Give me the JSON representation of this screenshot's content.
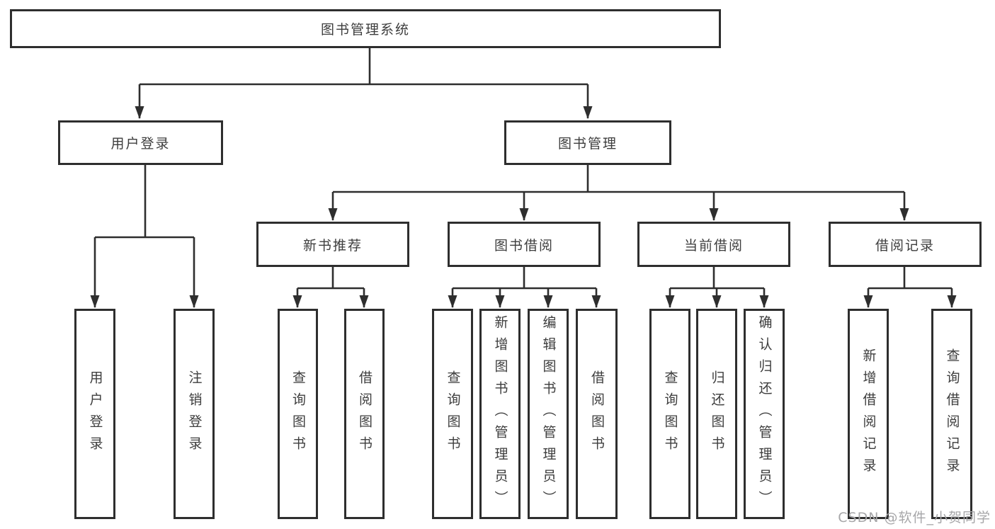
{
  "diagram": {
    "type": "hierarchy-org-chart",
    "watermark": "CSDN @软件_小贺同学",
    "colors": {
      "line": "#2e2e2e",
      "box_border": "#2e2e2e",
      "box_fill": "#ffffff",
      "text": "#3d3d3d",
      "watermark": "#a7a7a9"
    },
    "tree": {
      "label": "图书管理系统",
      "children": [
        {
          "label": "用户登录",
          "children": [
            {
              "label": "用户登录"
            },
            {
              "label": "注销登录"
            }
          ]
        },
        {
          "label": "图书管理",
          "children": [
            {
              "label": "新书推荐",
              "children": [
                {
                  "label": "查询图书"
                },
                {
                  "label": "借阅图书"
                }
              ]
            },
            {
              "label": "图书借阅",
              "children": [
                {
                  "label": "查询图书"
                },
                {
                  "label": "新增图书（管理员）"
                },
                {
                  "label": "编辑图书（管理员）"
                },
                {
                  "label": "借阅图书"
                }
              ]
            },
            {
              "label": "当前借阅",
              "children": [
                {
                  "label": "查询图书"
                },
                {
                  "label": "归还图书"
                },
                {
                  "label": "确认归还（管理员）"
                }
              ]
            },
            {
              "label": "借阅记录",
              "children": [
                {
                  "label": "新增借阅记录"
                },
                {
                  "label": "查询借阅记录"
                }
              ]
            }
          ]
        }
      ]
    }
  }
}
